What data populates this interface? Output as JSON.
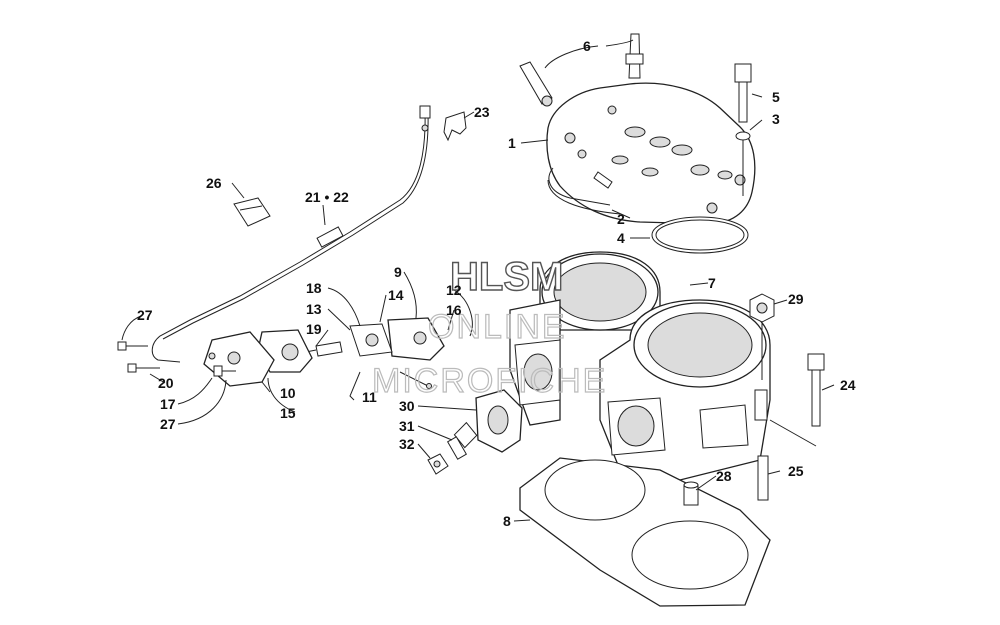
{
  "watermark": {
    "line1": "HLSM",
    "line2": "ONLINE",
    "line3": "MICROFICHE"
  },
  "callouts": [
    "1",
    "2",
    "3",
    "4",
    "5",
    "6",
    "7",
    "8",
    "9",
    "10",
    "11",
    "12",
    "13",
    "14",
    "15",
    "16",
    "17",
    "18",
    "19",
    "20",
    "21 • 22",
    "23",
    "24",
    "25",
    "26",
    "27",
    "27",
    "28",
    "29",
    "30",
    "31",
    "32"
  ]
}
